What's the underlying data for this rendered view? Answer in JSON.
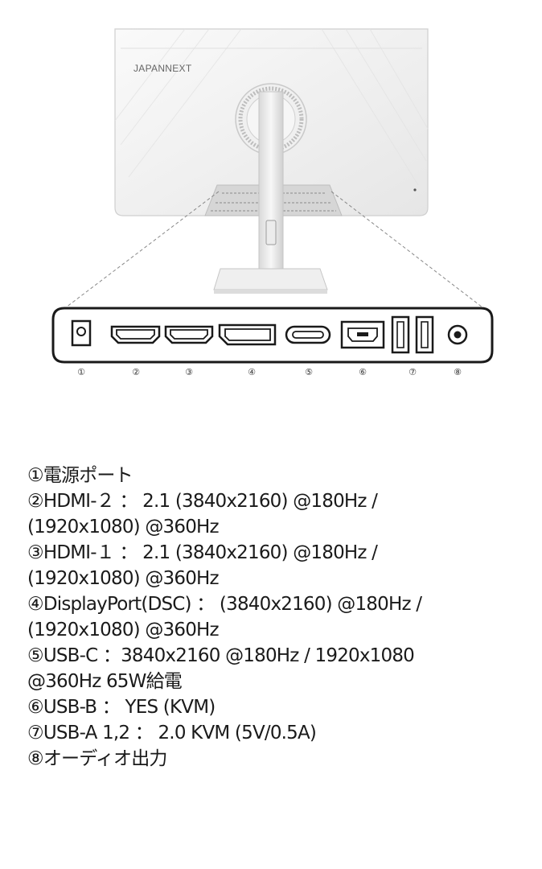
{
  "product": {
    "brand": "JAPANNEXT"
  },
  "port_markers": [
    "①",
    "②",
    "③",
    "④",
    "⑤",
    "⑥",
    "⑦",
    "⑧"
  ],
  "specs": {
    "lines": [
      "①電源ポート",
      "②HDMI-２ ： 2.1 (3840x2160) @180Hz /",
      "(1920x1080) @360Hz",
      "③HDMI-１ ： 2.1 (3840x2160) @180Hz /",
      "(1920x1080) @360Hz",
      "④DisplayPort(DSC) ： (3840x2160) @180Hz /",
      "(1920x1080) @360Hz",
      "⑤USB-C ：3840x2160 @180Hz / 1920x1080",
      "@360Hz 65W給電",
      "⑥USB-B ： YES (KVM)",
      "⑦USB-A 1,2 ： 2.0 KVM (5V/0.5A)",
      "⑧オーディオ出力"
    ]
  },
  "colors": {
    "monitor_body": "#f3f3f3",
    "monitor_edge": "#cfcfcf",
    "stand": "#e8e8e8",
    "port_outline": "#1a1a1a",
    "dashed_line": "#888888"
  }
}
